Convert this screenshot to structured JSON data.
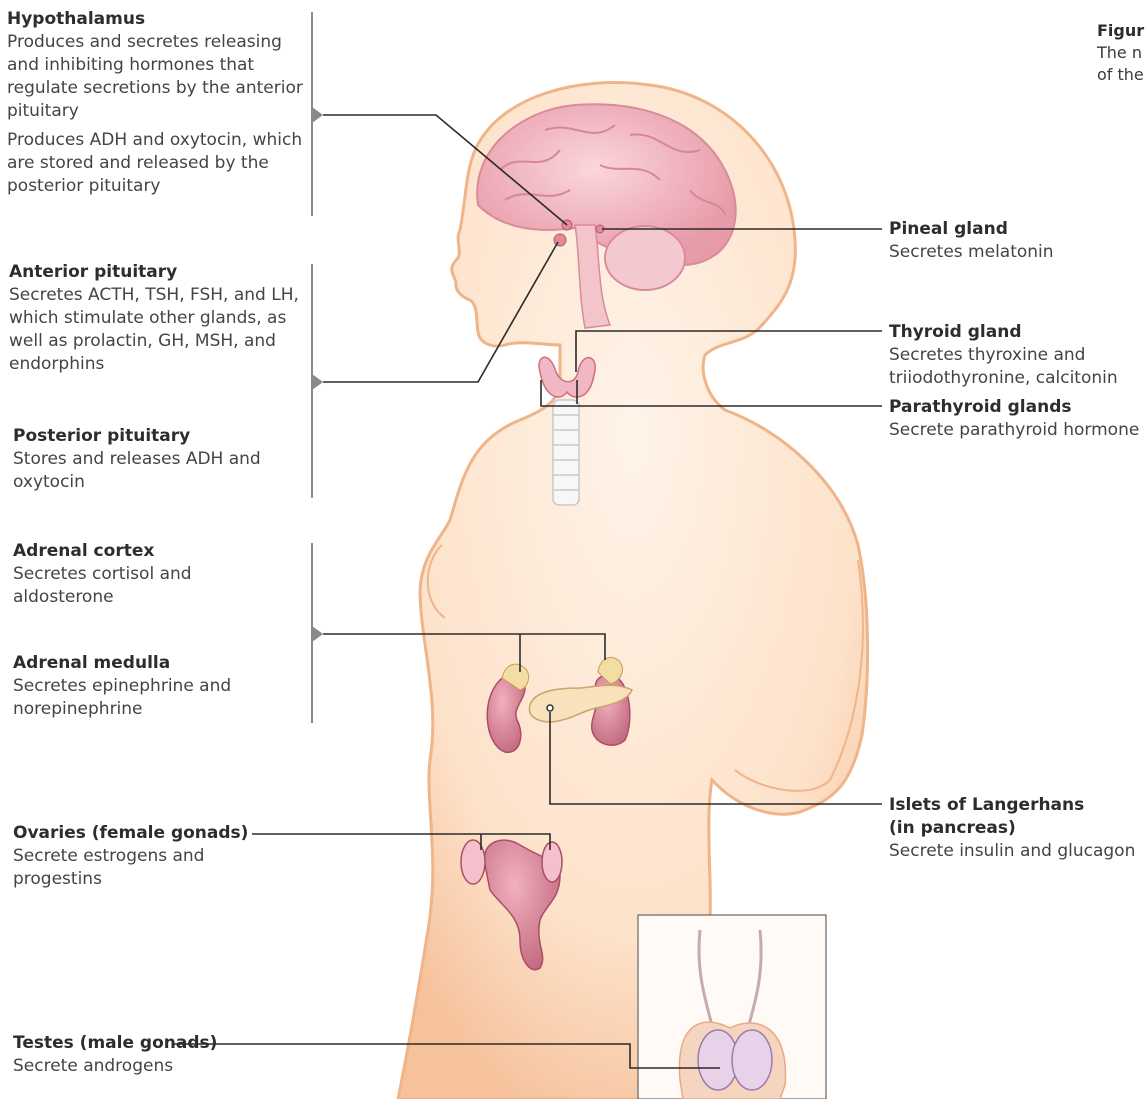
{
  "caption": {
    "title": "Figur",
    "text_line1": "The n",
    "text_line2": "of the"
  },
  "left": {
    "hypothalamus": {
      "title": "Hypothalamus",
      "desc1": "Produces and secretes releasing and inhibiting hormones that regulate secretions by the anterior pituitary",
      "desc2": "Produces ADH and oxytocin, which are stored and released by the posterior pituitary"
    },
    "anterior_pituitary": {
      "title": "Anterior pituitary",
      "desc": "Secretes ACTH, TSH, FSH, and LH, which stimulate other glands, as well as prolactin, GH, MSH, and endorphins"
    },
    "posterior_pituitary": {
      "title": "Posterior pituitary",
      "desc": "Stores and releases ADH and oxytocin"
    },
    "adrenal_cortex": {
      "title": "Adrenal cortex",
      "desc": "Secretes cortisol and aldosterone"
    },
    "adrenal_medulla": {
      "title": "Adrenal medulla",
      "desc": "Secretes epinephrine and norepinephrine"
    },
    "ovaries": {
      "title": "Ovaries (female gonads)",
      "desc": "Secrete estrogens and progestins"
    },
    "testes": {
      "title": "Testes (male gonads)",
      "desc": "Secrete androgens"
    }
  },
  "right": {
    "pineal": {
      "title": "Pineal gland",
      "desc": "Secretes melatonin"
    },
    "thyroid": {
      "title": "Thyroid gland",
      "desc": "Secretes thyroxine and triiodothyronine, calcitonin"
    },
    "parathyroid": {
      "title": "Parathyroid glands",
      "desc": "Secrete parathyroid hormone"
    },
    "islets": {
      "title1": "Islets of Langerhans",
      "title2": "(in pancreas)",
      "desc": "Secrete insulin and glucagon"
    }
  },
  "colors": {
    "skin": "#fde4cf",
    "skin_edge": "#f2b98f",
    "organ": "#d9899c",
    "brain": "#f1b8c1",
    "line": "#2b2b2b",
    "bracket": "#8a8a8a"
  }
}
